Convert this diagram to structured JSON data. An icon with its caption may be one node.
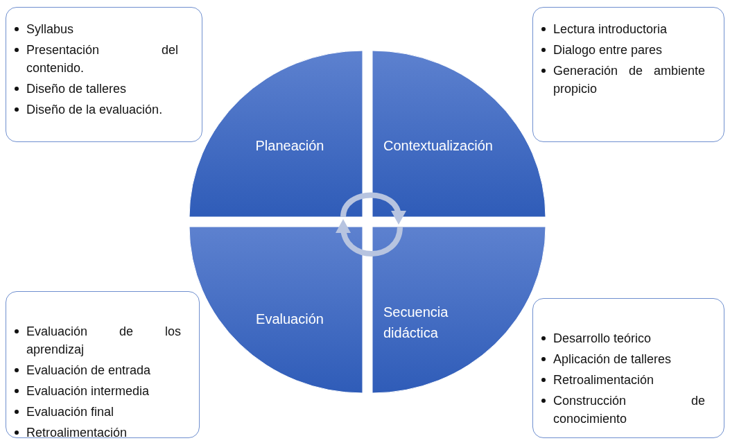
{
  "diagram": {
    "nodes": [
      {
        "text": [
          "Syllabus",
          "Presentación del contenido.",
          "Diseño de talleres",
          "Diseño de la evaluación."
        ]
      },
      {
        "text": [
          "Lectura introductoria",
          "Dialogo entre pares",
          "Generación de ambiente propicio"
        ]
      },
      {
        "text": [
          "Planeación"
        ]
      },
      {
        "text": [
          "Contextualización"
        ]
      },
      {
        "text": [
          "Evaluación"
        ]
      },
      {
        "text": [
          "Secuencia didáctica"
        ]
      },
      {
        "text": [
          "Evaluación de los aprendizaj",
          "Evaluación de entrada",
          "Evaluación intermedia",
          "Evaluación final",
          "Retroalimentación"
        ]
      },
      {
        "text": [
          "Desarrollo teórico",
          "Aplicación de talleres",
          "Retroalimentación",
          "Construcción de conocimiento"
        ]
      }
    ],
    "edges": [
      {
        "from": 2,
        "to": 3,
        "arrow": "to"
      },
      {
        "from": 5,
        "to": 4,
        "arrow": "to"
      }
    ]
  }
}
